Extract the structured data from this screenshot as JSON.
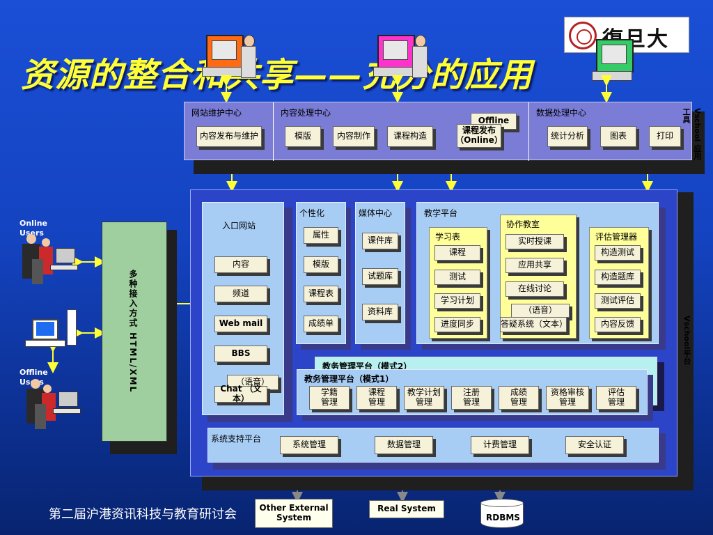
{
  "slide": {
    "title": "资源的整合和共享——充分的应用",
    "logo_text": "復旦大學",
    "footer": "第二届沪港资讯科技与教育研讨会"
  },
  "top_panel": {
    "vertical_label": "Vschool 应用工具",
    "sections": [
      {
        "title": "网站维护中心",
        "items": [
          "内容发布与维护"
        ]
      },
      {
        "title": "内容处理中心",
        "items": [
          "模版",
          "内容制作",
          "课程构造",
          "课程发布\n（Online）"
        ],
        "stacked_top": "Offline"
      },
      {
        "title": "数据处理中心",
        "items": [
          "统计分析",
          "图表",
          "打印"
        ]
      }
    ]
  },
  "access": {
    "online_users": "Online\nUsers",
    "offline_users": "Offline\nUsers",
    "label": "多种接入方式 HTML/XML"
  },
  "platform": {
    "vertical_label": "Vschool平台",
    "portal": {
      "title": "入口网站",
      "items": [
        "内容",
        "频道",
        "Web mail",
        "BBS"
      ],
      "voice": "（语音）",
      "chat": "Chat （文本）"
    },
    "personal": {
      "title": "个性化",
      "items": [
        "属性",
        "模版",
        "课程表",
        "成绩单"
      ]
    },
    "media": {
      "title": "媒体中心",
      "items": [
        "课件库",
        "试题库",
        "资料库"
      ]
    },
    "teaching": {
      "title": "教学平台",
      "study": {
        "title": "学习表",
        "items": [
          "课程",
          "测试",
          "学习计划",
          "进度同步"
        ]
      },
      "collab": {
        "title": "协作教室",
        "items": [
          "实时授课",
          "应用共享",
          "在线讨论"
        ],
        "voice": "（语音）",
        "qa": "答疑系统（文本）"
      },
      "assess": {
        "title": "评估管理器",
        "items": [
          "构造测试",
          "构造题库",
          "测试评估",
          "内容反馈"
        ]
      }
    },
    "admin2": {
      "title": "教务管理平台（模式2）"
    },
    "admin1": {
      "title": "教务管理平台（模式1）",
      "items": [
        "学籍\n管理",
        "课程\n管理",
        "教学计划\n管理",
        "注册\n管理",
        "成绩\n管理",
        "资格审核\n管理",
        "评估\n管理"
      ]
    },
    "support": {
      "title": "系统支持平台",
      "items": [
        "系统管理",
        "数据管理",
        "计费管理",
        "安全认证"
      ]
    }
  },
  "external": {
    "other": "Other External\nSystem",
    "real": "Real System",
    "rdbms": "RDBMS"
  },
  "colors": {
    "background": "#1547c9",
    "title": "#ffff33",
    "panel": "#7a7cd6",
    "box": "#f6f2da",
    "light": "#a8cdf5",
    "yellow": "#ffff99",
    "access": "#9fcf9f"
  }
}
